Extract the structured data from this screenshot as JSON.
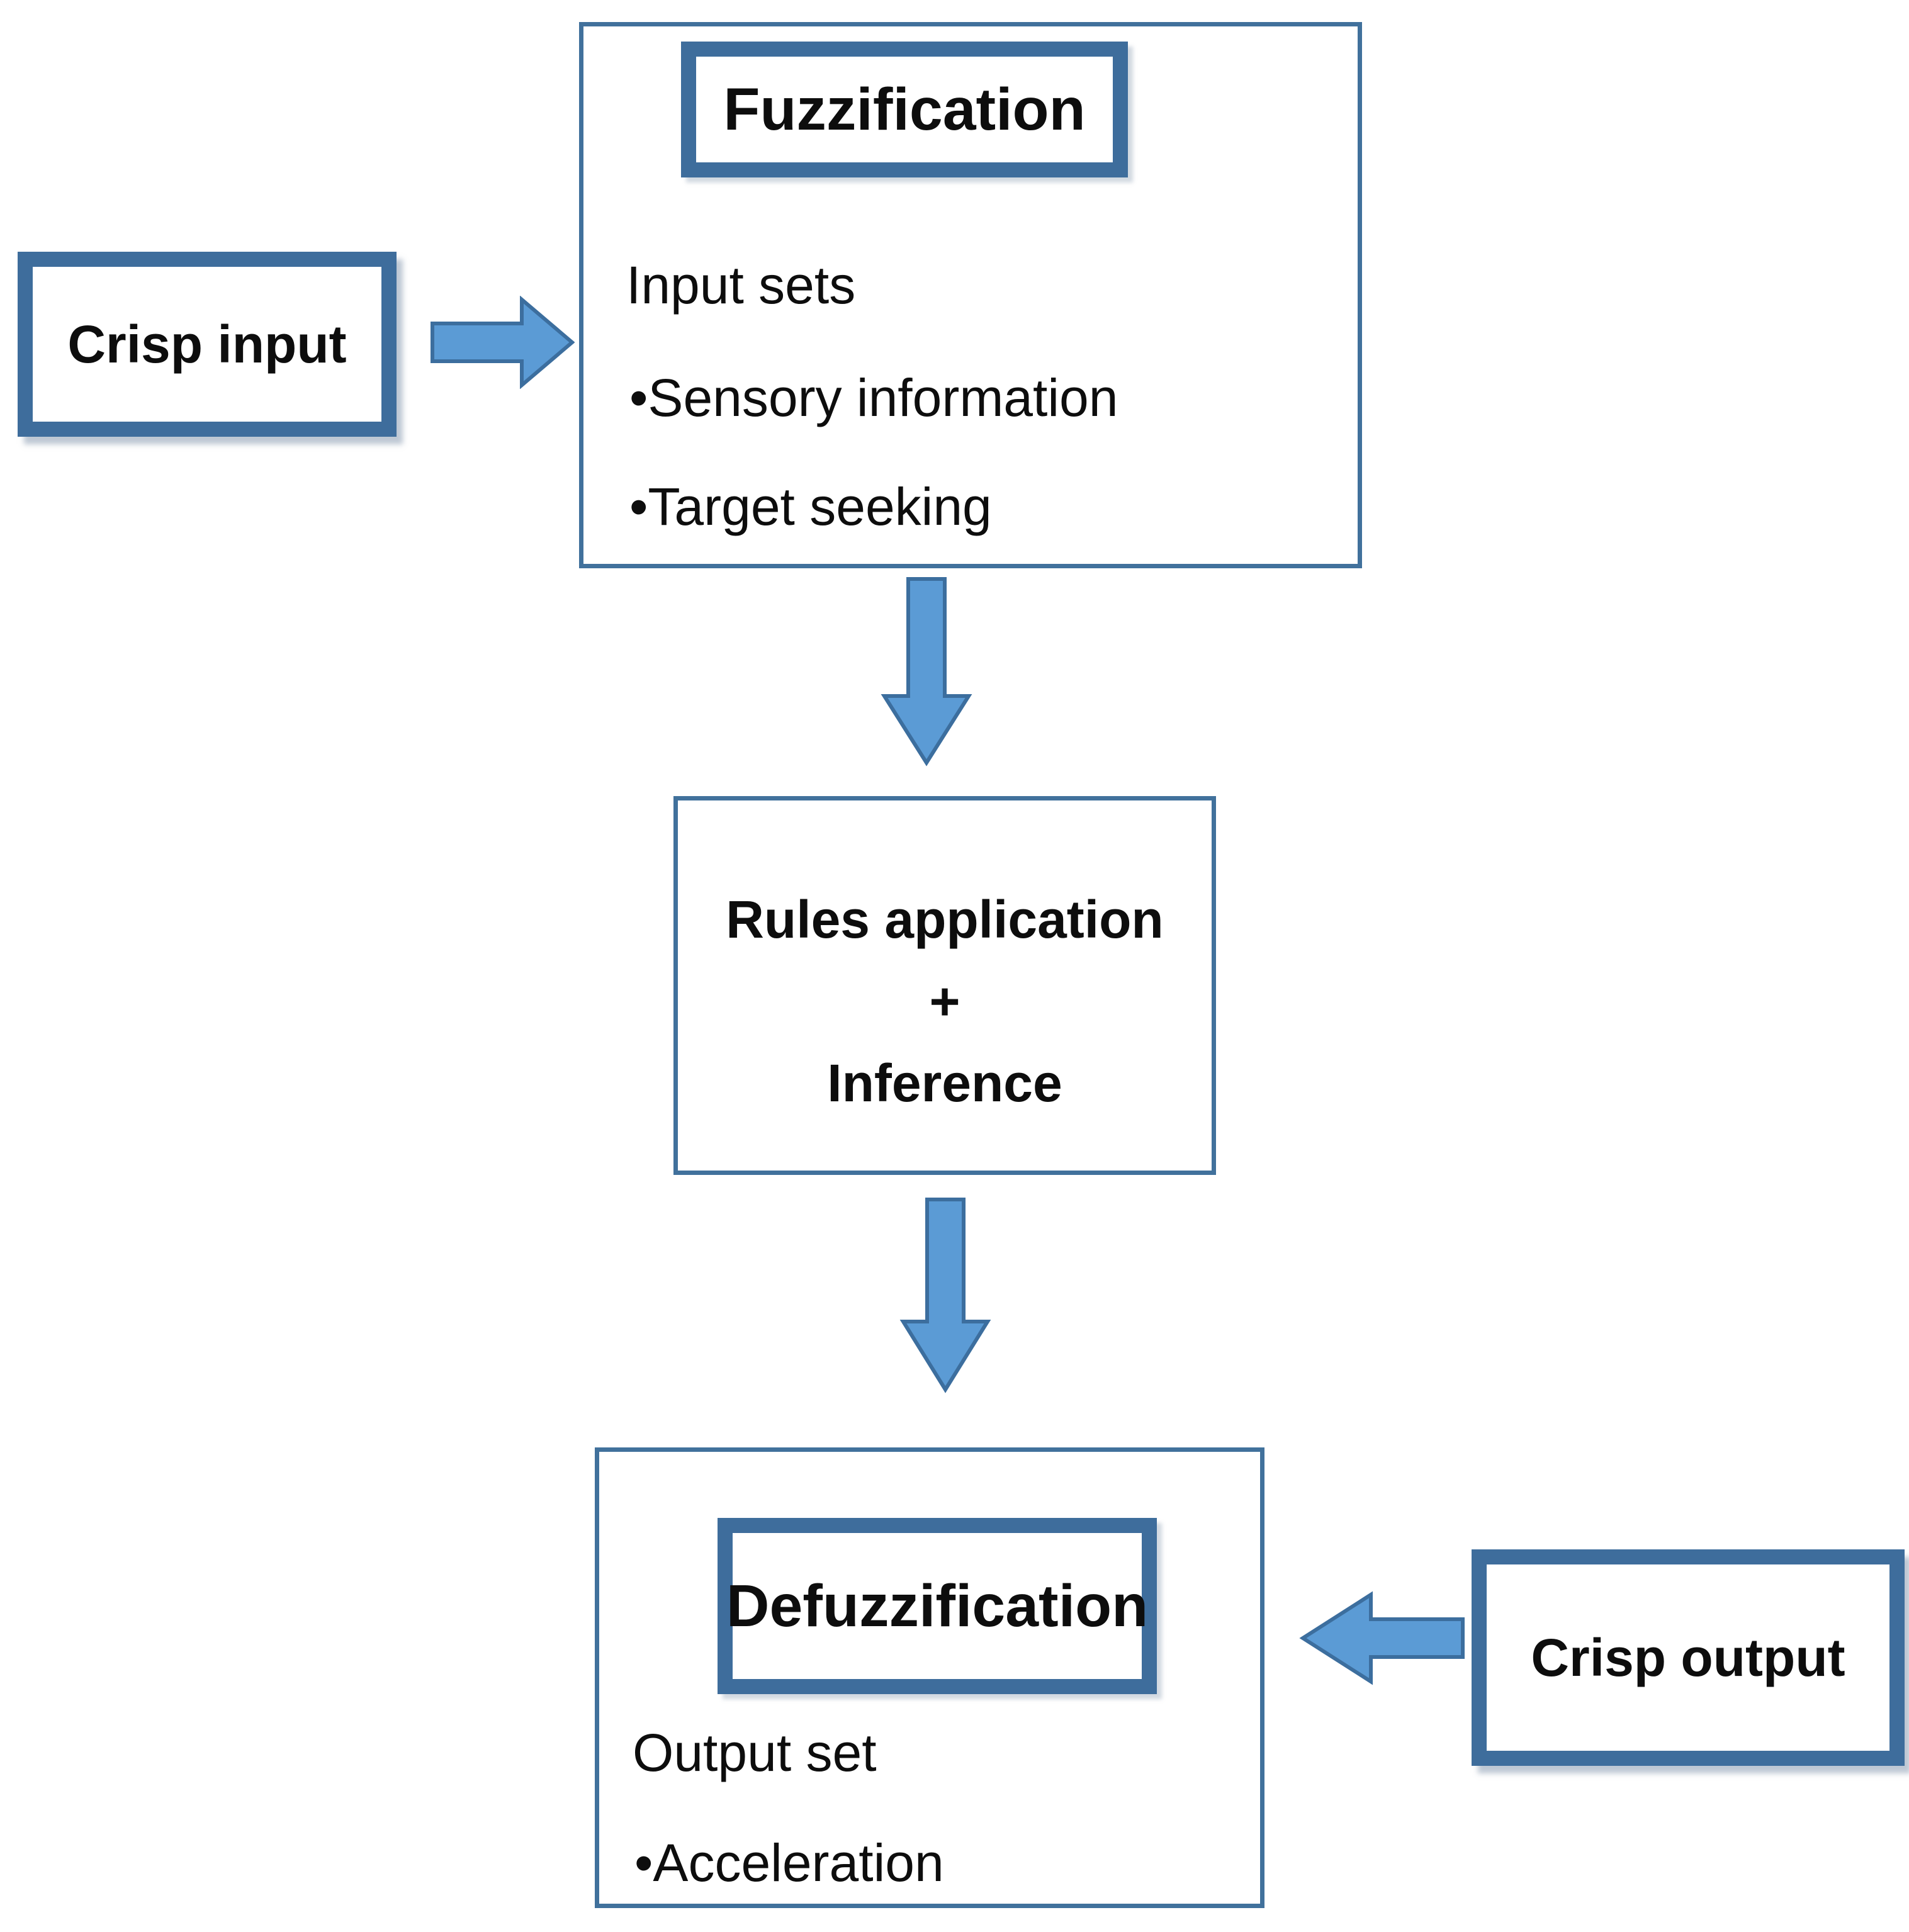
{
  "colors": {
    "box_border_thin": "#41719c",
    "box_border_thick": "#3e6d9c",
    "arrow_fill": "#5b9bd5",
    "arrow_stroke": "#3c6e9e",
    "text": "#0d0d0d"
  },
  "crisp_input": {
    "label": "Crisp input"
  },
  "fuzzification": {
    "title": "Fuzzification",
    "subtitle": "Input sets",
    "bullet": "•",
    "items": [
      {
        "label": "Sensory information"
      },
      {
        "label": "Target seeking"
      }
    ]
  },
  "rules_inference": {
    "lines": [
      "Rules application",
      "+",
      "Inference"
    ]
  },
  "defuzzification": {
    "title": "Defuzzification",
    "subtitle": "Output set",
    "bullet": "•",
    "items": [
      {
        "label": "Acceleration"
      }
    ]
  },
  "crisp_output": {
    "label": "Crisp output"
  }
}
